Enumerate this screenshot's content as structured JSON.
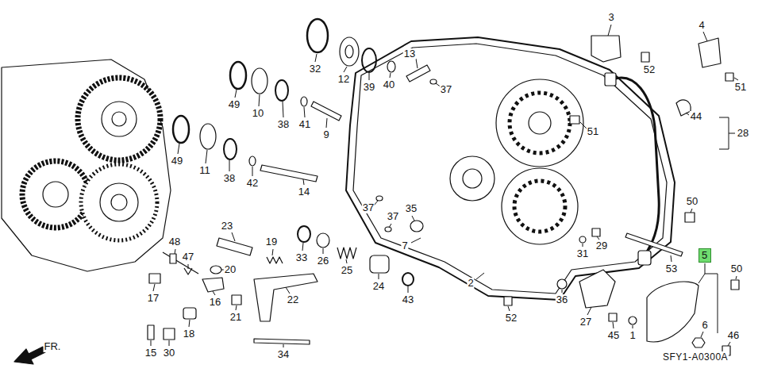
{
  "diagram": {
    "nodes": [
      {
        "text": [
          "5"
        ]
      }
    ],
    "labels": [
      "32",
      "12",
      "39",
      "40",
      "13",
      "3",
      "52",
      "4",
      "51",
      "44",
      "28",
      "49",
      "10",
      "38",
      "41",
      "37",
      "9",
      "51",
      "49",
      "11",
      "38",
      "42",
      "14",
      "37",
      "37",
      "35",
      "50",
      "23",
      "48",
      "19",
      "33",
      "26",
      "25",
      "7",
      "29",
      "47",
      "20",
      "31",
      "53",
      "50",
      "2",
      "24",
      "43",
      "36",
      "17",
      "16",
      "21",
      "22",
      "18",
      "52",
      "27",
      "45",
      "1",
      "6",
      "46",
      "15",
      "30",
      "34",
      "SFY1-A0300A",
      "FR."
    ]
  }
}
